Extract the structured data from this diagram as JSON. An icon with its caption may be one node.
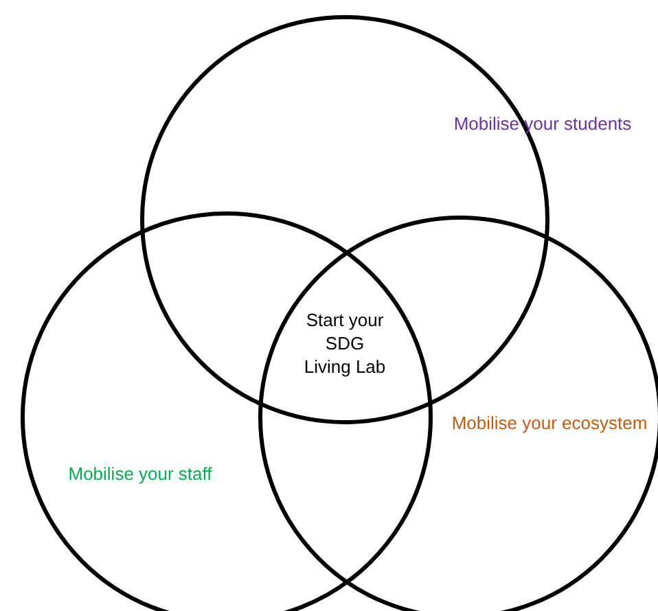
{
  "diagram": {
    "nodes": [
      {
        "text": [
          "Mobilise your students"
        ]
      },
      {
        "text": [
          "Mobilise your staff"
        ]
      },
      {
        "text": [
          "Mobilise your ecosystem"
        ]
      }
    ],
    "edges": [],
    "labels": [
      "Start your SDG Living Lab"
    ]
  }
}
